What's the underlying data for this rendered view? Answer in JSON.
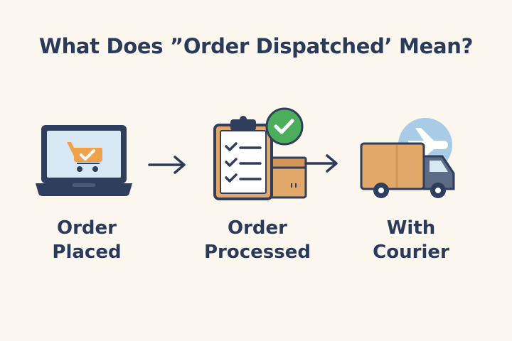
{
  "title": "What Does ”Order Dispatched’ Mean?",
  "steps": [
    {
      "line1": "Order",
      "line2": "Placed",
      "icon": "laptop-cart-icon"
    },
    {
      "line1": "Order",
      "line2": "Processed",
      "icon": "clipboard-checklist-icon"
    },
    {
      "line1": "With",
      "line2": "Courier",
      "icon": "delivery-truck-icon"
    }
  ],
  "colors": {
    "background": "#fbf6ee",
    "navy": "#2a3a5a",
    "orange": "#f0a24a",
    "green": "#4cae5b",
    "box": "#e2a86a",
    "sky": "#a9cbe6",
    "screen": "#d7e7f3"
  }
}
